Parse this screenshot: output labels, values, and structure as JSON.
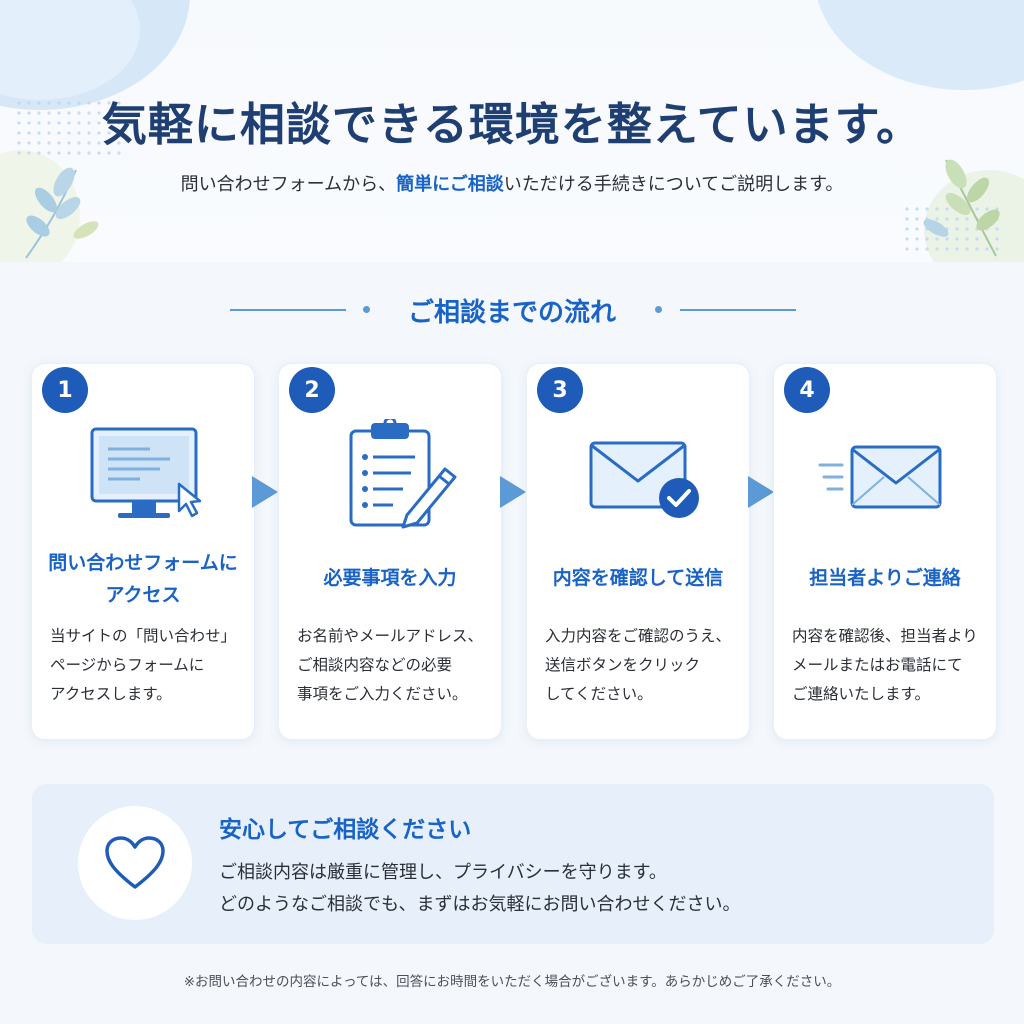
{
  "header": {
    "title": "気軽に相談できる環境を整えています。",
    "subtitle_pre": "問い合わせフォームから、",
    "subtitle_highlight": "簡単にご相談",
    "subtitle_post": "いただける手続きについてご説明します。"
  },
  "flow": {
    "heading": "ご相談までの流れ",
    "steps": [
      {
        "number": "1",
        "icon": "monitor-form-icon",
        "title_line1": "問い合わせフォームに",
        "title_line2": "アクセス",
        "desc_line1": "当サイトの「問い合わせ」",
        "desc_line2": "ページからフォームに",
        "desc_line3": "アクセスします。"
      },
      {
        "number": "2",
        "icon": "clipboard-pen-icon",
        "title_line1": "必要事項を入力",
        "title_line2": "",
        "desc_line1": "お名前やメールアドレス、",
        "desc_line2": "ご相談内容などの必要",
        "desc_line3": "事項をご入力ください。"
      },
      {
        "number": "3",
        "icon": "envelope-check-icon",
        "title_line1": "内容を確認して送信",
        "title_line2": "",
        "desc_line1": "入力内容をご確認のうえ、",
        "desc_line2": "送信ボタンをクリック",
        "desc_line3": "してください。"
      },
      {
        "number": "4",
        "icon": "envelope-send-icon",
        "title_line1": "担当者よりご連絡",
        "title_line2": "",
        "desc_line1": "内容を確認後、担当者より",
        "desc_line2": "メールまたはお電話にて",
        "desc_line3": "ご連絡いたします。"
      }
    ]
  },
  "reassurance": {
    "icon": "heart-icon",
    "title": "安心してご相談ください",
    "line1": "ご相談内容は厳重に管理し、プライバシーを守ります。",
    "line2": "どのようなご相談でも、まずはお気軽にお問い合わせください。"
  },
  "footnote": "※お問い合わせの内容によっては、回答にお時間をいただく場合がございます。あらかじめご了承ください。",
  "colors": {
    "accent": "#1a63c6",
    "title": "#1f3f73",
    "badge": "#1f5bb8",
    "arrow": "#5b9ad6"
  }
}
